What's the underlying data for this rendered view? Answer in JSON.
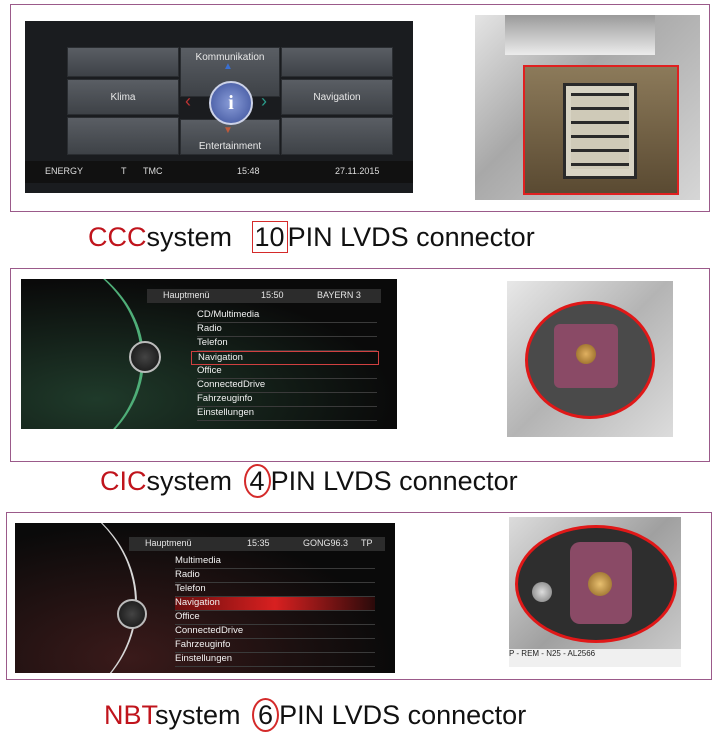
{
  "ccc": {
    "menu": {
      "top": "Kommunikation",
      "left": "Klima",
      "right": "Navigation",
      "bottom": "Entertainment",
      "center_icon": "info-icon"
    },
    "status": {
      "left": "ENERGY",
      "t": "T",
      "tmc": "TMC",
      "time": "15:48",
      "date": "27.11.2015"
    },
    "caption": {
      "system": "CCC",
      "text": "system",
      "number": "10",
      "rest": "PIN LVDS connector"
    }
  },
  "cic": {
    "header": {
      "title": "Hauptmenü",
      "time": "15:50",
      "station": "BAYERN 3"
    },
    "items": [
      "CD/Multimedia",
      "Radio",
      "Telefon",
      "Navigation",
      "Office",
      "ConnectedDrive",
      "Fahrzeuginfo",
      "Einstellungen"
    ],
    "selected": "Navigation",
    "caption": {
      "system": "CIC",
      "text": "system",
      "number": "4",
      "rest": "PIN LVDS connector"
    }
  },
  "nbt": {
    "header": {
      "title": "Hauptmenü",
      "time": "15:35",
      "station": "GONG96.3",
      "tp": "TP"
    },
    "items": [
      "Multimedia",
      "Radio",
      "Telefon",
      "Navigation",
      "Office",
      "ConnectedDrive",
      "Fahrzeuginfo",
      "Einstellungen"
    ],
    "selected": "Navigation",
    "photo_label": "P - REM - N25 - AL2566",
    "caption": {
      "system": "NBT",
      "text": "system",
      "number": "6",
      "rest": "PIN LVDS connector"
    }
  },
  "colors": {
    "accent_red": "#c0141c",
    "frame": "#9b5a8a"
  }
}
